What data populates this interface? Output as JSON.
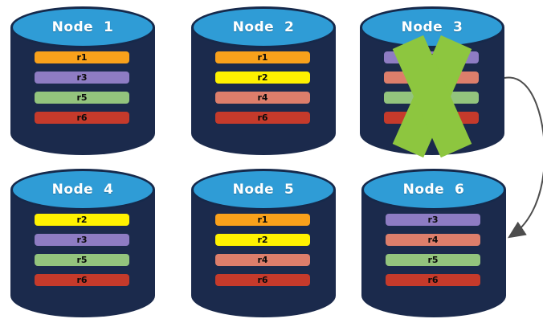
{
  "diagram": {
    "background": "#FFFFFF",
    "description_not_shown": ""
  },
  "cylinder": {
    "body_color": "#1B2A4C",
    "top_color": "#2F9CD6",
    "outline_color": "#16294B"
  },
  "failure": {
    "x_color": "#8DC63F",
    "failed_node": "Node  3"
  },
  "arrow": {
    "color": "#4D4D4D",
    "from": "Node  3",
    "to": "Node  6"
  },
  "replica_palette": {
    "r1": "#F9A11B",
    "r2": "#FFF200",
    "r3": "#8E7CC3",
    "r4": "#DD7E6B",
    "r5": "#93C47D",
    "r6": "#C53A2B"
  },
  "nodes": [
    {
      "title": "Node  1",
      "failed": false,
      "replicas": [
        {
          "label": "r1",
          "color": "#F9A11B"
        },
        {
          "label": "r3",
          "color": "#8E7CC3"
        },
        {
          "label": "r5",
          "color": "#93C47D"
        },
        {
          "label": "r6",
          "color": "#C53A2B"
        }
      ]
    },
    {
      "title": "Node  2",
      "failed": false,
      "replicas": [
        {
          "label": "r1",
          "color": "#F9A11B"
        },
        {
          "label": "r2",
          "color": "#FFF200"
        },
        {
          "label": "r4",
          "color": "#DD7E6B"
        },
        {
          "label": "r6",
          "color": "#C53A2B"
        }
      ]
    },
    {
      "title": "Node  3",
      "failed": true,
      "replicas": [
        {
          "label": "r3",
          "color": "#8E7CC3"
        },
        {
          "label": "r4",
          "color": "#DD7E6B"
        },
        {
          "label": "r5",
          "color": "#93C47D"
        },
        {
          "label": "r6",
          "color": "#C53A2B"
        }
      ]
    },
    {
      "title": "Node  4",
      "failed": false,
      "replicas": [
        {
          "label": "r2",
          "color": "#FFF200"
        },
        {
          "label": "r3",
          "color": "#8E7CC3"
        },
        {
          "label": "r5",
          "color": "#93C47D"
        },
        {
          "label": "r6",
          "color": "#C53A2B"
        }
      ]
    },
    {
      "title": "Node  5",
      "failed": false,
      "replicas": [
        {
          "label": "r1",
          "color": "#F9A11B"
        },
        {
          "label": "r2",
          "color": "#FFF200"
        },
        {
          "label": "r4",
          "color": "#DD7E6B"
        },
        {
          "label": "r6",
          "color": "#C53A2B"
        }
      ]
    },
    {
      "title": "Node  6",
      "failed": false,
      "replicas": [
        {
          "label": "r3",
          "color": "#8E7CC3"
        },
        {
          "label": "r4",
          "color": "#DD7E6B"
        },
        {
          "label": "r5",
          "color": "#93C47D"
        },
        {
          "label": "r6",
          "color": "#C53A2B"
        }
      ]
    }
  ]
}
